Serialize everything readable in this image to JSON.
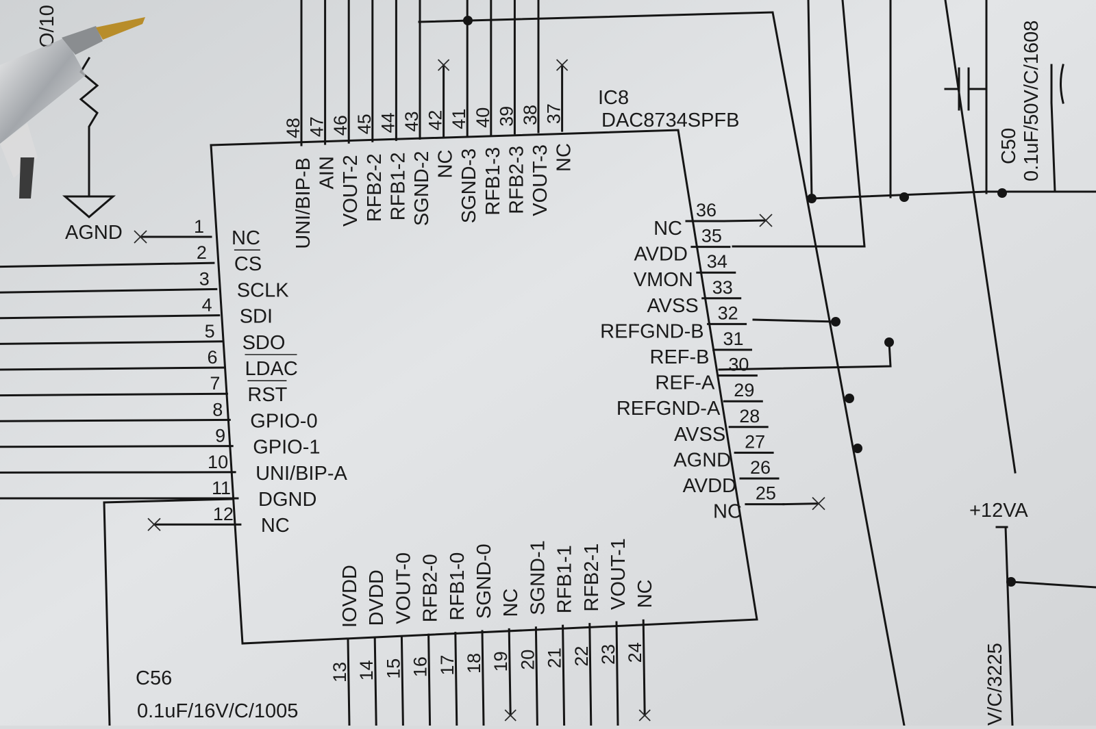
{
  "ic": {
    "ref": "IC8",
    "part": "DAC8734SPFB"
  },
  "left_pins": [
    {
      "num": "1",
      "name": "NC"
    },
    {
      "num": "2",
      "name": "CS"
    },
    {
      "num": "3",
      "name": "SCLK"
    },
    {
      "num": "4",
      "name": "SDI"
    },
    {
      "num": "5",
      "name": "SDO"
    },
    {
      "num": "6",
      "name": "LDAC"
    },
    {
      "num": "7",
      "name": "RST"
    },
    {
      "num": "8",
      "name": "GPIO-0"
    },
    {
      "num": "9",
      "name": "GPIO-1"
    },
    {
      "num": "10",
      "name": "UNI/BIP-A"
    },
    {
      "num": "11",
      "name": "DGND"
    },
    {
      "num": "12",
      "name": "NC"
    }
  ],
  "right_pins": [
    {
      "num": "36",
      "name": "NC"
    },
    {
      "num": "35",
      "name": "AVDD"
    },
    {
      "num": "34",
      "name": "VMON"
    },
    {
      "num": "33",
      "name": "AVSS"
    },
    {
      "num": "32",
      "name": "REFGND-B"
    },
    {
      "num": "31",
      "name": "REF-B"
    },
    {
      "num": "30",
      "name": "REF-A"
    },
    {
      "num": "29",
      "name": "REFGND-A"
    },
    {
      "num": "28",
      "name": "AVSS"
    },
    {
      "num": "27",
      "name": "AGND"
    },
    {
      "num": "26",
      "name": "AVDD"
    },
    {
      "num": "25",
      "name": "NC"
    }
  ],
  "top_pins": [
    {
      "num": "48",
      "name": "UNI/BIP-B"
    },
    {
      "num": "47",
      "name": "AIN"
    },
    {
      "num": "46",
      "name": "VOUT-2"
    },
    {
      "num": "45",
      "name": "RFB2-2"
    },
    {
      "num": "44",
      "name": "RFB1-2"
    },
    {
      "num": "43",
      "name": "SGND-2"
    },
    {
      "num": "42",
      "name": "NC"
    },
    {
      "num": "41",
      "name": "SGND-3"
    },
    {
      "num": "40",
      "name": "RFB1-3"
    },
    {
      "num": "39",
      "name": "RFB2-3"
    },
    {
      "num": "38",
      "name": "VOUT-3"
    },
    {
      "num": "37",
      "name": "NC"
    }
  ],
  "bottom_pins": [
    {
      "num": "13",
      "name": "IOVDD"
    },
    {
      "num": "14",
      "name": "DVDD"
    },
    {
      "num": "15",
      "name": "VOUT-0"
    },
    {
      "num": "16",
      "name": "RFB2-0"
    },
    {
      "num": "17",
      "name": "RFB1-0"
    },
    {
      "num": "18",
      "name": "SGND-0"
    },
    {
      "num": "19",
      "name": "NC"
    },
    {
      "num": "20",
      "name": "SGND-1"
    },
    {
      "num": "21",
      "name": "RFB1-1"
    },
    {
      "num": "22",
      "name": "RFB2-1"
    },
    {
      "num": "23",
      "name": "VOUT-1"
    },
    {
      "num": "24",
      "name": "NC"
    }
  ],
  "labels": {
    "agnd": "AGND",
    "c50_ref": "C50",
    "c50_value": "0.1uF/50V/C/1608",
    "c56_ref": "C56",
    "c56_value": "0.1uF/16V/C/1005",
    "supply": "+12VA",
    "partial_bottom_right": "V/C/3225",
    "partial_top_left": "O/10"
  },
  "colors": {
    "paper": "#d9dbdd",
    "ink": "#151515"
  }
}
